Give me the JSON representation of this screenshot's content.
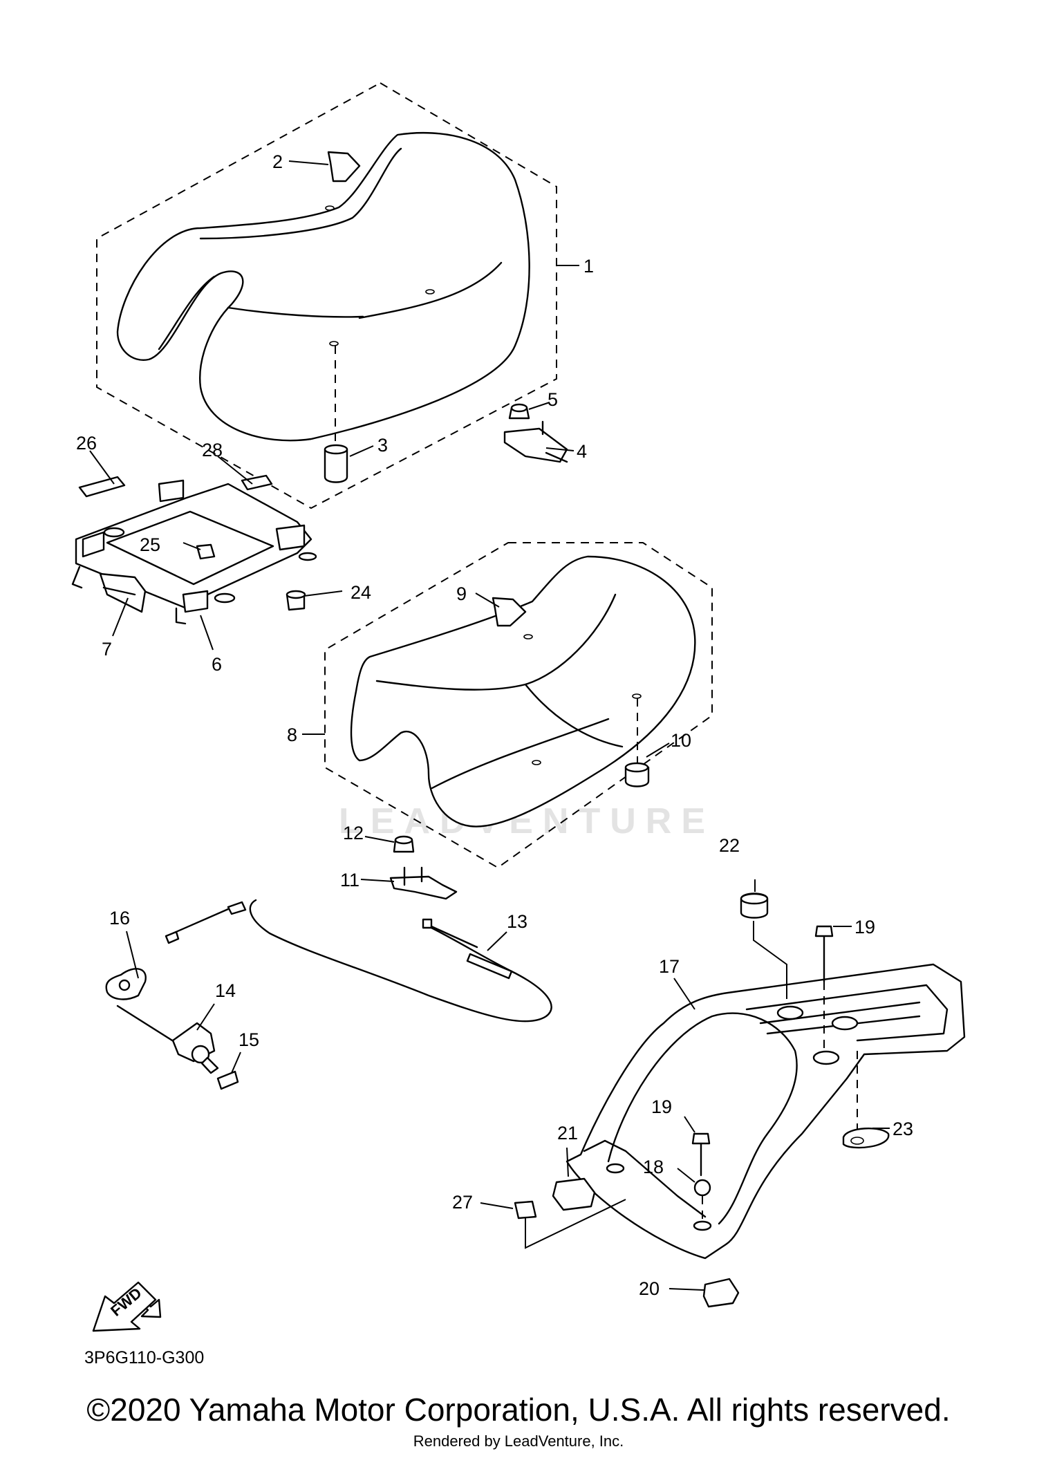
{
  "diagram": {
    "callouts": {
      "p1": "1",
      "p2": "2",
      "p3": "3",
      "p4": "4",
      "p5": "5",
      "p6": "6",
      "p7": "7",
      "p8": "8",
      "p9": "9",
      "p10": "10",
      "p11": "11",
      "p12": "12",
      "p13": "13",
      "p14": "14",
      "p15": "15",
      "p16": "16",
      "p17": "17",
      "p18": "18",
      "p19a": "19",
      "p19b": "19",
      "p20": "20",
      "p21": "21",
      "p22": "22",
      "p23": "23",
      "p24": "24",
      "p25": "25",
      "p26": "26",
      "p27": "27",
      "p28": "28"
    },
    "fwd_label": "FWD",
    "diagram_code": "3P6G110-G300",
    "watermark": "LEADVENTURE"
  },
  "footer": {
    "copyright": "©2020 Yamaha Motor Corporation, U.S.A. All rights reserved.",
    "rendered_by": "Rendered by LeadVenture, Inc."
  }
}
